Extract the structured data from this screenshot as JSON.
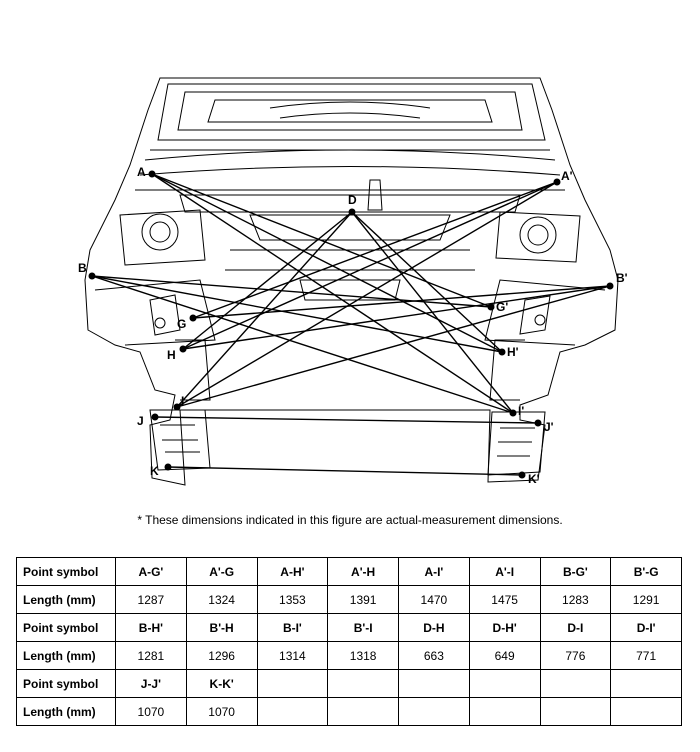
{
  "diagram": {
    "points": [
      {
        "id": "A",
        "label": "A"
      },
      {
        "id": "A2",
        "label": "A'"
      },
      {
        "id": "B",
        "label": "B"
      },
      {
        "id": "B2",
        "label": "B'"
      },
      {
        "id": "D",
        "label": "D"
      },
      {
        "id": "G",
        "label": "G"
      },
      {
        "id": "G2",
        "label": "G'"
      },
      {
        "id": "H",
        "label": "H"
      },
      {
        "id": "H2",
        "label": "H'"
      },
      {
        "id": "I",
        "label": "I"
      },
      {
        "id": "I2",
        "label": "I'"
      },
      {
        "id": "J",
        "label": "J"
      },
      {
        "id": "J2",
        "label": "J'"
      },
      {
        "id": "K",
        "label": "K"
      },
      {
        "id": "K2",
        "label": "K'"
      }
    ],
    "connections": [
      [
        "A",
        "G2"
      ],
      [
        "A2",
        "G"
      ],
      [
        "A",
        "H2"
      ],
      [
        "A2",
        "H"
      ],
      [
        "A",
        "I2"
      ],
      [
        "A2",
        "I"
      ],
      [
        "B",
        "G2"
      ],
      [
        "B2",
        "G"
      ],
      [
        "B",
        "H2"
      ],
      [
        "B2",
        "H"
      ],
      [
        "B",
        "I2"
      ],
      [
        "B2",
        "I"
      ],
      [
        "D",
        "H"
      ],
      [
        "D",
        "H2"
      ],
      [
        "D",
        "I"
      ],
      [
        "D",
        "I2"
      ],
      [
        "J",
        "J2"
      ],
      [
        "K",
        "K2"
      ]
    ]
  },
  "caption": "* These dimensions indicated in this figure are actual-measurement dimensions.",
  "table": {
    "row_labels": {
      "symbol": "Point symbol",
      "length": "Length (mm)"
    },
    "groups": [
      {
        "symbols": [
          "A-G'",
          "A'-G",
          "A-H'",
          "A'-H",
          "A-I'",
          "A'-I",
          "B-G'",
          "B'-G"
        ],
        "lengths": [
          "1287",
          "1324",
          "1353",
          "1391",
          "1470",
          "1475",
          "1283",
          "1291"
        ]
      },
      {
        "symbols": [
          "B-H'",
          "B'-H",
          "B-I'",
          "B'-I",
          "D-H",
          "D-H'",
          "D-I",
          "D-I'"
        ],
        "lengths": [
          "1281",
          "1296",
          "1314",
          "1318",
          "663",
          "649",
          "776",
          "771"
        ]
      },
      {
        "symbols": [
          "J-J'",
          "K-K'",
          "",
          "",
          "",
          "",
          "",
          ""
        ],
        "lengths": [
          "1070",
          "1070",
          "",
          "",
          "",
          "",
          "",
          ""
        ]
      }
    ]
  }
}
